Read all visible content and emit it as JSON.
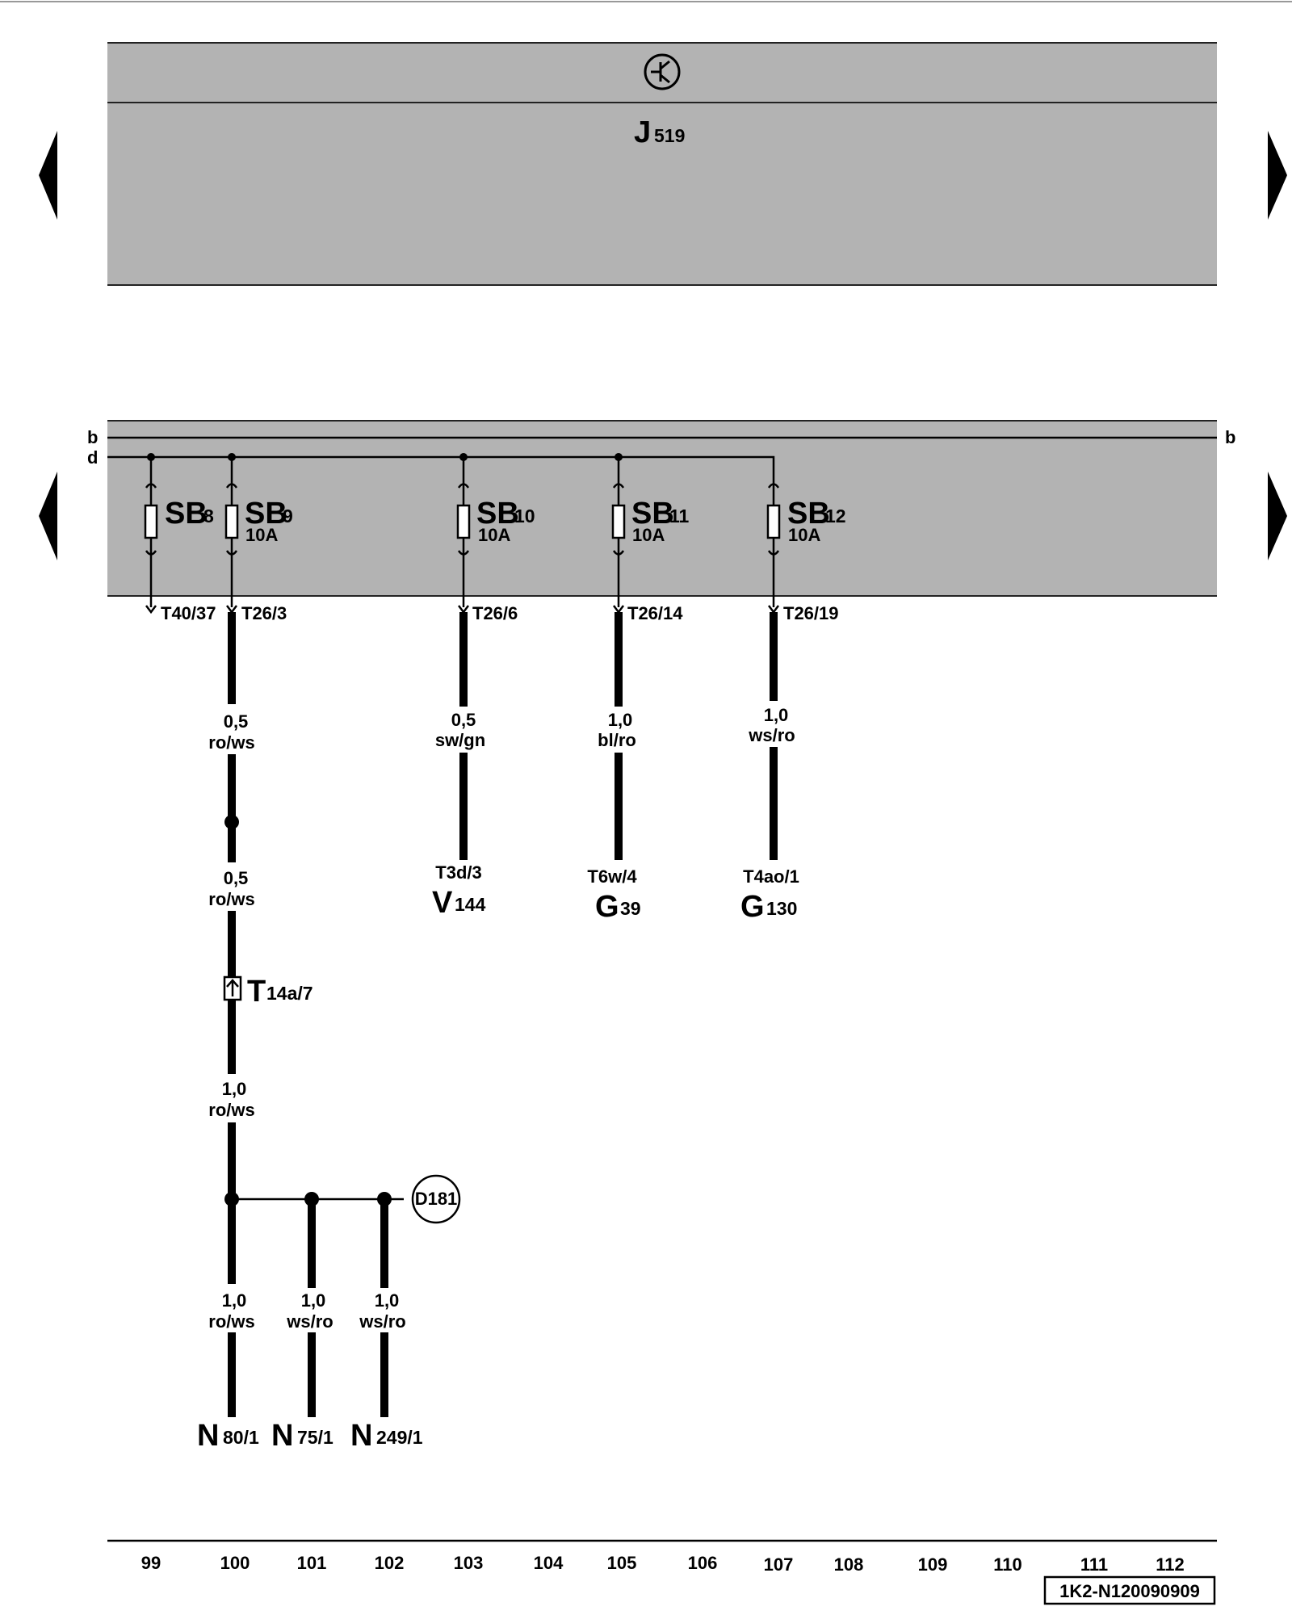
{
  "control_unit": {
    "letter": "J",
    "number": "519"
  },
  "bus_labels": {
    "b": "b",
    "d": "d"
  },
  "fuses": [
    {
      "id": "SB8",
      "name": "SB",
      "num": "8",
      "rating": ""
    },
    {
      "id": "SB9",
      "name": "SB",
      "num": "9",
      "rating": "10A"
    },
    {
      "id": "SB10",
      "name": "SB",
      "num": "10",
      "rating": "10A"
    },
    {
      "id": "SB11",
      "name": "SB",
      "num": "11",
      "rating": "10A"
    },
    {
      "id": "SB12",
      "name": "SB",
      "num": "12",
      "rating": "10A"
    }
  ],
  "connectors": [
    "T40/37",
    "T26/3",
    "T26/6",
    "T26/14",
    "T26/19"
  ],
  "wire_specs": {
    "sb9_upper": {
      "gauge": "0,5",
      "color": "ro/ws"
    },
    "sb9_mid": {
      "gauge": "0,5",
      "color": "ro/ws"
    },
    "sb9_lower": {
      "gauge": "1,0",
      "color": "ro/ws"
    },
    "sb10": {
      "gauge": "0,5",
      "color": "sw/gn"
    },
    "sb11": {
      "gauge": "1,0",
      "color": "bl/ro"
    },
    "sb12": {
      "gauge": "1,0",
      "color": "ws/ro"
    },
    "n80": {
      "gauge": "1,0",
      "color": "ro/ws"
    },
    "n75": {
      "gauge": "1,0",
      "color": "ws/ro"
    },
    "n249": {
      "gauge": "1,0",
      "color": "ws/ro"
    }
  },
  "separation_point": {
    "letter": "T",
    "sub": "14a/7"
  },
  "splice": "D181",
  "components": [
    {
      "id": "V144",
      "pin": "T3d/3",
      "letter": "V",
      "sub": "144"
    },
    {
      "id": "G39",
      "pin": "T6w/4",
      "letter": "G",
      "sub": "39"
    },
    {
      "id": "G130",
      "pin": "T4ao/1",
      "letter": "G",
      "sub": "130"
    },
    {
      "id": "N80",
      "letter": "N",
      "sub": "80/1"
    },
    {
      "id": "N75",
      "letter": "N",
      "sub": "75/1"
    },
    {
      "id": "N249",
      "letter": "N",
      "sub": "249/1"
    }
  ],
  "track_numbers": [
    "99",
    "100",
    "101",
    "102",
    "103",
    "104",
    "105",
    "106",
    "107",
    "108",
    "109",
    "110",
    "111",
    "112"
  ],
  "diagram_code": "1K2-N120090909"
}
